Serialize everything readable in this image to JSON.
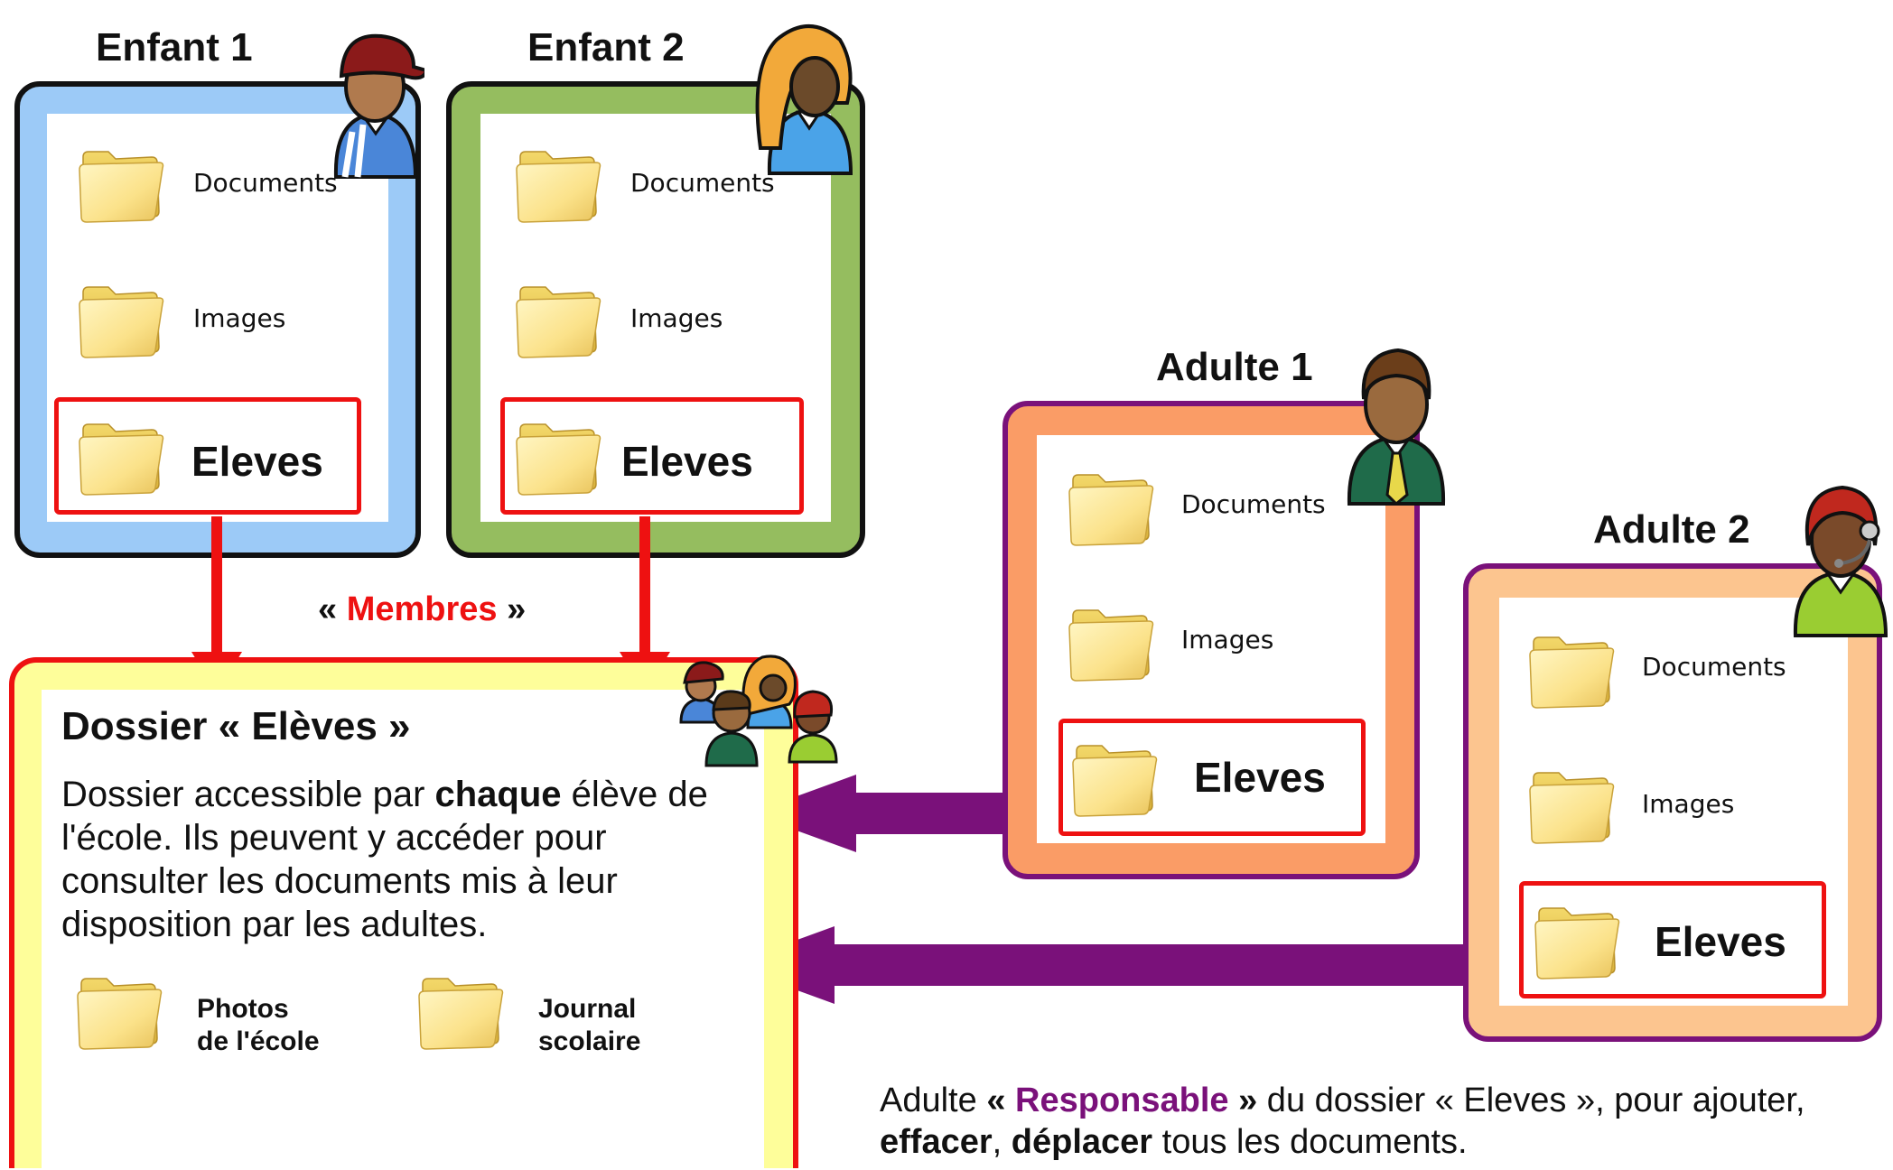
{
  "children": [
    {
      "title": "Enfant 1",
      "documents": "Documents",
      "images": "Images",
      "eleves": "Eleves",
      "color": "#9ccaf7"
    },
    {
      "title": "Enfant 2",
      "documents": "Documents",
      "images": "Images",
      "eleves": "Eleves",
      "color": "#95bd5f"
    }
  ],
  "adults": [
    {
      "title": "Adulte 1",
      "documents": "Documents",
      "images": "Images",
      "eleves": "Eleves",
      "color": "#fa9c66"
    },
    {
      "title": "Adulte 2",
      "documents": "Documents",
      "images": "Images",
      "eleves": "Eleves",
      "color": "#fcc58f"
    }
  ],
  "membres": {
    "open": "« ",
    "word": "Membres",
    "close": " »"
  },
  "shared": {
    "title": "Dossier « Elèves »",
    "desc_1": "Dossier accessible par ",
    "desc_bold": "chaque",
    "desc_2": " élève de l'école. Ils peuvent y accéder pour consulter les documents mis à leur disposition par les adultes.",
    "folder1_line1": "Photos",
    "folder1_line2": "de l'école",
    "folder2_line1": "Journal",
    "folder2_line2": "scolaire"
  },
  "note": {
    "p1": "Adulte ",
    "q_open": "« ",
    "responsable": "Responsable",
    "q_close": " »",
    "p2": " du dossier « Eleves », pour ajouter, ",
    "effacer": "effacer",
    "p3": ", ",
    "deplacer": "déplacer",
    "p4": " tous les documents."
  },
  "colors": {
    "red": "#ee1111",
    "purple": "#7a117a",
    "yellow": "#fefe9a"
  }
}
